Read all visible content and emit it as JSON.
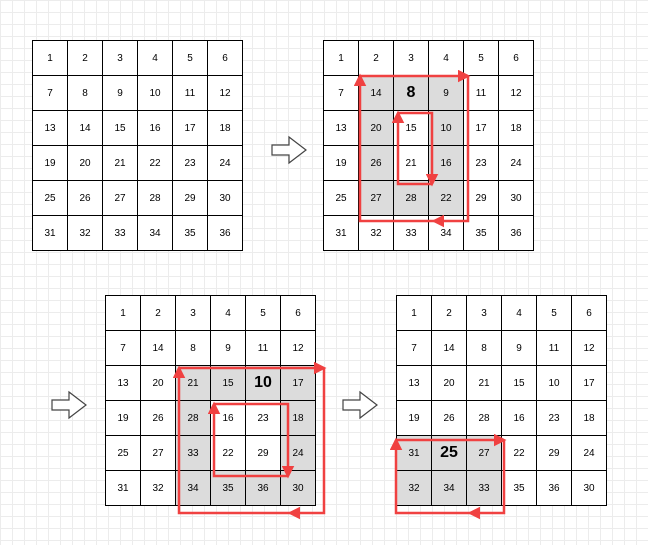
{
  "grids": [
    {
      "rows": [
        [
          "1",
          "2",
          "3",
          "4",
          "5",
          "6"
        ],
        [
          "7",
          "8",
          "9",
          "10",
          "11",
          "12"
        ],
        [
          "13",
          "14",
          "15",
          "16",
          "17",
          "18"
        ],
        [
          "19",
          "20",
          "21",
          "22",
          "23",
          "24"
        ],
        [
          "25",
          "26",
          "27",
          "28",
          "29",
          "30"
        ],
        [
          "31",
          "32",
          "33",
          "34",
          "35",
          "36"
        ]
      ],
      "highlighted": [],
      "bold": []
    },
    {
      "rows": [
        [
          "1",
          "2",
          "3",
          "4",
          "5",
          "6"
        ],
        [
          "7",
          "14",
          "8",
          "9",
          "11",
          "12"
        ],
        [
          "13",
          "20",
          "15",
          "10",
          "17",
          "18"
        ],
        [
          "19",
          "26",
          "21",
          "16",
          "23",
          "24"
        ],
        [
          "25",
          "27",
          "28",
          "22",
          "29",
          "30"
        ],
        [
          "31",
          "32",
          "33",
          "34",
          "35",
          "36"
        ]
      ],
      "highlighted": [
        [
          1,
          1
        ],
        [
          1,
          2
        ],
        [
          1,
          3
        ],
        [
          2,
          1
        ],
        [
          2,
          3
        ],
        [
          3,
          1
        ],
        [
          3,
          3
        ],
        [
          4,
          1
        ],
        [
          4,
          2
        ],
        [
          4,
          3
        ]
      ],
      "bold": [
        [
          1,
          2
        ]
      ]
    },
    {
      "rows": [
        [
          "1",
          "2",
          "3",
          "4",
          "5",
          "6"
        ],
        [
          "7",
          "14",
          "8",
          "9",
          "11",
          "12"
        ],
        [
          "13",
          "20",
          "21",
          "15",
          "10",
          "17"
        ],
        [
          "19",
          "26",
          "28",
          "16",
          "23",
          "18"
        ],
        [
          "25",
          "27",
          "33",
          "22",
          "29",
          "24"
        ],
        [
          "31",
          "32",
          "34",
          "35",
          "36",
          "30"
        ]
      ],
      "highlighted": [
        [
          2,
          2
        ],
        [
          2,
          3
        ],
        [
          2,
          4
        ],
        [
          2,
          5
        ],
        [
          3,
          2
        ],
        [
          3,
          5
        ],
        [
          4,
          2
        ],
        [
          4,
          5
        ],
        [
          5,
          2
        ],
        [
          5,
          3
        ],
        [
          5,
          4
        ],
        [
          5,
          5
        ]
      ],
      "bold": [
        [
          2,
          4
        ]
      ]
    },
    {
      "rows": [
        [
          "1",
          "2",
          "3",
          "4",
          "5",
          "6"
        ],
        [
          "7",
          "14",
          "8",
          "9",
          "11",
          "12"
        ],
        [
          "13",
          "20",
          "21",
          "15",
          "10",
          "17"
        ],
        [
          "19",
          "26",
          "28",
          "16",
          "23",
          "18"
        ],
        [
          "31",
          "25",
          "27",
          "22",
          "29",
          "24"
        ],
        [
          "32",
          "34",
          "33",
          "35",
          "36",
          "30"
        ]
      ],
      "highlighted": [
        [
          4,
          0
        ],
        [
          4,
          1
        ],
        [
          4,
          2
        ],
        [
          5,
          0
        ],
        [
          5,
          1
        ],
        [
          5,
          2
        ]
      ],
      "bold": [
        [
          4,
          1
        ]
      ]
    }
  ],
  "colors": {
    "arrow": "#f04141",
    "highlight": "#dcdcdc"
  },
  "transition_icon": "hollow-right-arrow-icon"
}
